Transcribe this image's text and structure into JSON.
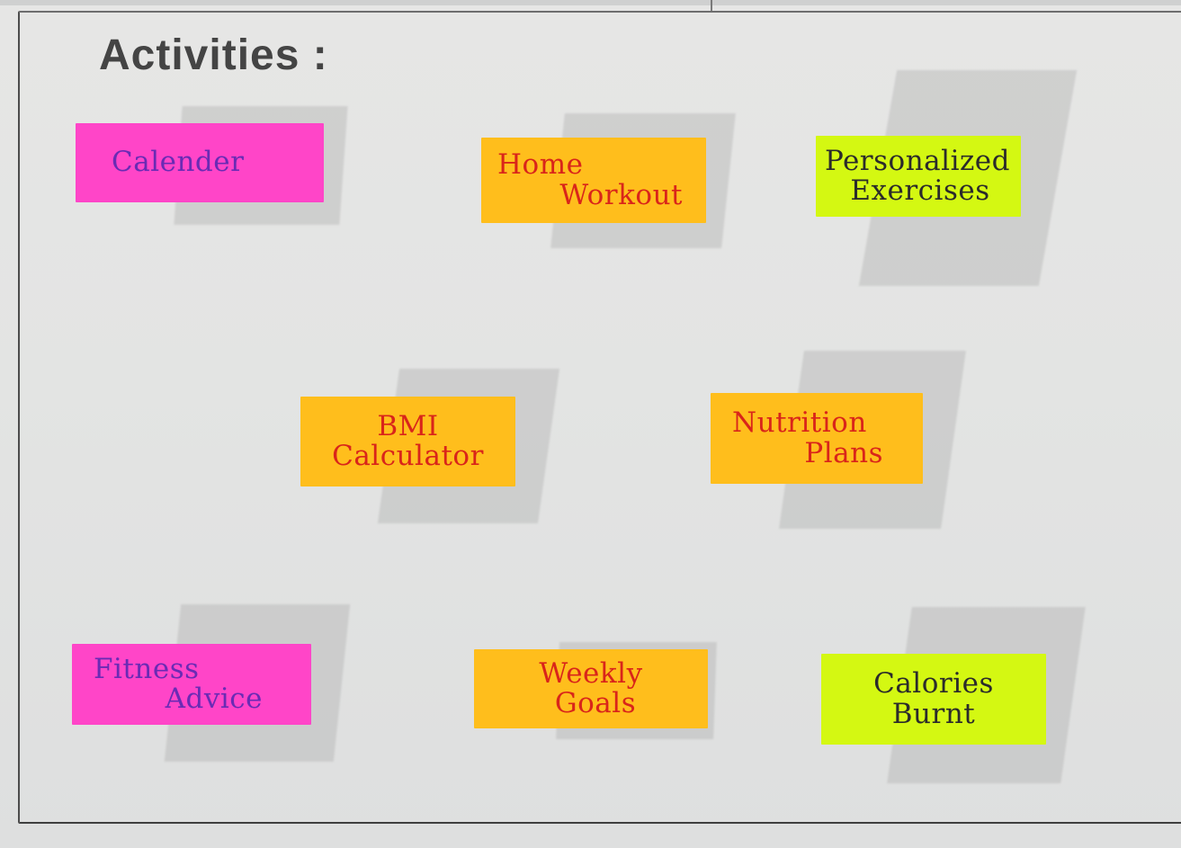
{
  "title": "Activities :",
  "notes": [
    {
      "id": "n1",
      "color": "pink",
      "lines": [
        "Calender"
      ]
    },
    {
      "id": "n2",
      "color": "orange",
      "lines": [
        "Home",
        "Workout"
      ]
    },
    {
      "id": "n3",
      "color": "lime",
      "lines": [
        "Personalized",
        "Exercises"
      ]
    },
    {
      "id": "n4",
      "color": "orange",
      "lines": [
        "BMI",
        "Calculator"
      ]
    },
    {
      "id": "n5",
      "color": "orange",
      "lines": [
        "Nutrition",
        "Plans"
      ]
    },
    {
      "id": "n6",
      "color": "pink",
      "lines": [
        "Fitness",
        "Advice"
      ]
    },
    {
      "id": "n7",
      "color": "orange",
      "lines": [
        "Weekly",
        "Goals"
      ]
    },
    {
      "id": "n8",
      "color": "lime",
      "lines": [
        "Calories",
        "Burnt"
      ]
    }
  ],
  "colors": {
    "pink": "#ff45c8",
    "orange": "#ffbe1c",
    "lime": "#d4f812",
    "paper": "#e5e5e4"
  }
}
